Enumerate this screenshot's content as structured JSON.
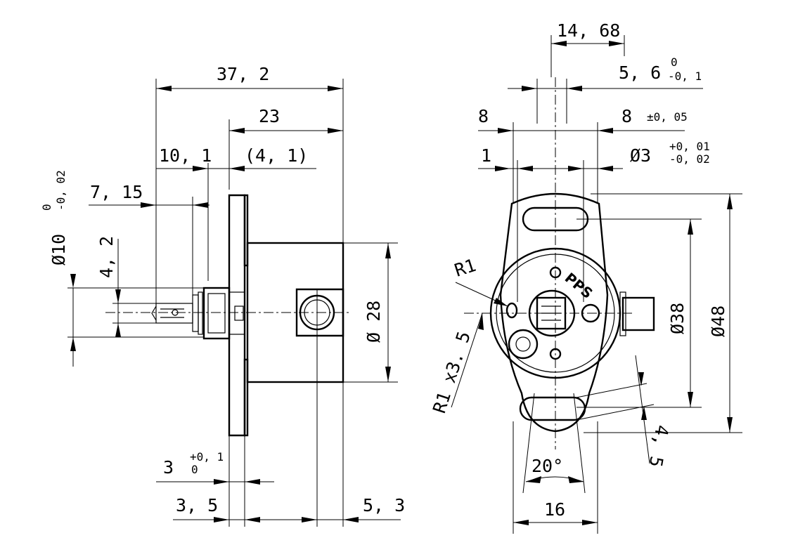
{
  "side_view": {
    "dim_overall_length": "37, 2",
    "dim_body_length": "23",
    "dim_shaft_length": "10, 1",
    "dim_collar": "(4, 1)",
    "dim_shaft_flat": "7, 15",
    "dim_shaft_diameter": "Ø10",
    "tol_shaft_diameter_upper": "0",
    "tol_shaft_diameter_lower": "-0, 02",
    "dim_flat_width": "4, 2",
    "dim_body_diameter": "Ø 28",
    "dim_flange_thickness": "3",
    "tol_flange_upper": "+0, 1",
    "tol_flange_lower": "0",
    "dim_flange_offset": "3, 5",
    "dim_lug_offset": "5, 3"
  },
  "front_view": {
    "dim_lug_span": "14, 68",
    "dim_slot_width": "5, 6",
    "tol_slot_upper": "0",
    "tol_slot_lower": "-0, 1",
    "dim_left_8": "8",
    "dim_right_8": "8",
    "tol_right_8": "±0, 05",
    "dim_left_1": "1",
    "dim_pin_diameter": "Ø3",
    "tol_pin_upper": "+0, 01",
    "tol_pin_lower": "-0, 02",
    "dim_radius_r1": "R1",
    "dim_radius_r1x": "R1 x3. 5",
    "dim_inner_diameter": "Ø38",
    "dim_outer_diameter": "Ø48",
    "dim_slot_angle": "20°",
    "dim_slot_gap": "4, 5",
    "dim_base_width": "16",
    "brand_logo": "PPS"
  }
}
